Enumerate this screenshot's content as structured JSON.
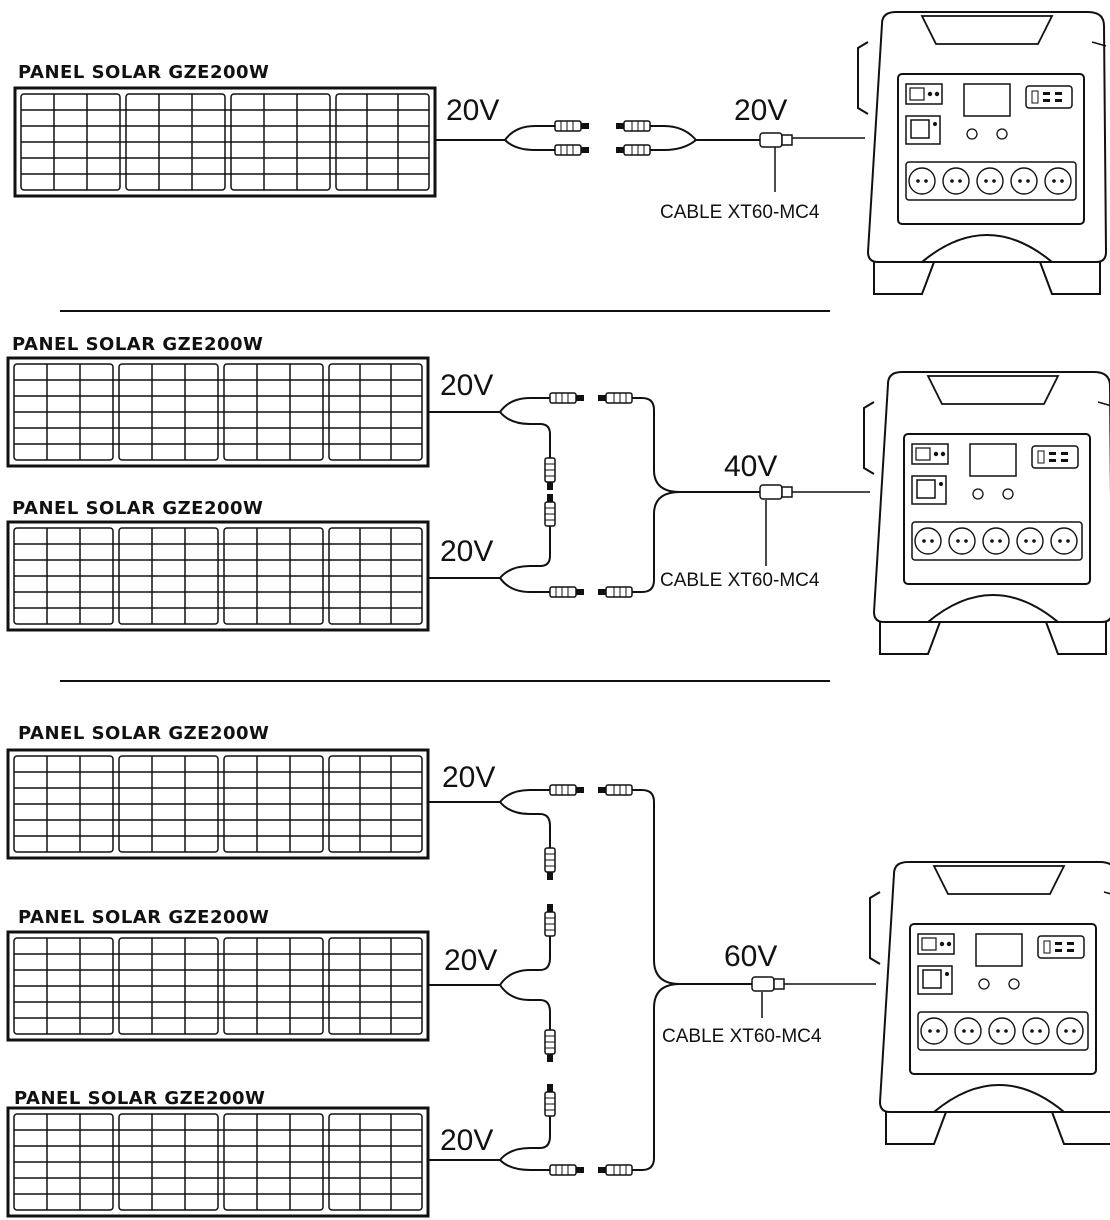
{
  "diagrams": [
    {
      "panels": [
        {
          "label": "PANEL SOLAR GZE200W",
          "voltage": "20V"
        }
      ],
      "output_voltage": "20V",
      "cable_label": "CABLE XT60-MC4"
    },
    {
      "panels": [
        {
          "label": "PANEL SOLAR GZE200W",
          "voltage": "20V"
        },
        {
          "label": "PANEL SOLAR GZE200W",
          "voltage": "20V"
        }
      ],
      "output_voltage": "40V",
      "cable_label": "CABLE XT60-MC4"
    },
    {
      "panels": [
        {
          "label": "PANEL SOLAR GZE200W",
          "voltage": "20V"
        },
        {
          "label": "PANEL SOLAR GZE200W",
          "voltage": "20V"
        },
        {
          "label": "PANEL SOLAR GZE200W",
          "voltage": "20V"
        }
      ],
      "output_voltage": "60V",
      "cable_label": "CABLE XT60-MC4"
    }
  ],
  "icons": {
    "solar_panel": "solar-panel-icon",
    "mc4_connector": "mc4-connector-icon",
    "xt60_plug": "xt60-plug-icon",
    "power_station": "power-station-icon"
  }
}
